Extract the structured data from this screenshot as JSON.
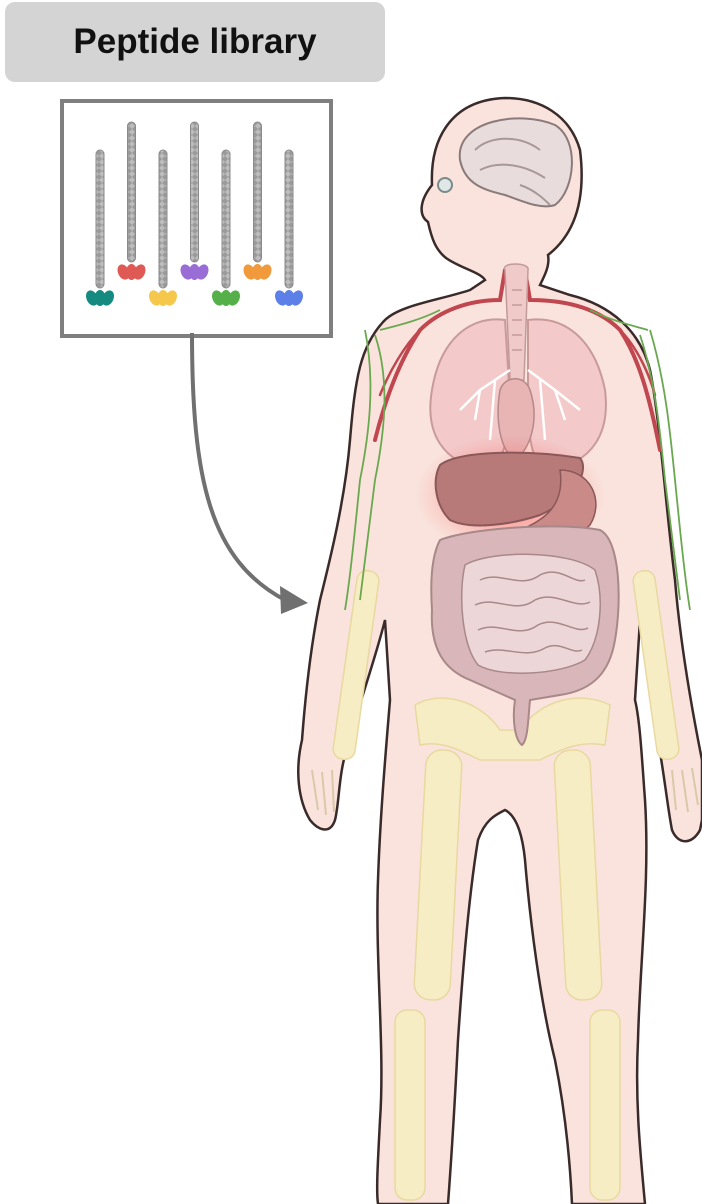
{
  "title": "Peptide library",
  "colors": {
    "title_bg": "#d4d4d4",
    "box_border": "#7f7f7f",
    "arrow": "#707070",
    "skin": "#f9e3dc",
    "skin_outline": "#3a2a2a",
    "bone": "#f7edc4",
    "artery": "#c0474f",
    "lymph": "#6aa84f",
    "lung": "#f3c9c9",
    "liver": "#b87a78",
    "intestine": "#e6c9cc",
    "highlight": "#ff2a2a"
  },
  "phages": [
    {
      "tip_color": "#148a80",
      "row": "bottom"
    },
    {
      "tip_color": "#e05a55",
      "row": "top"
    },
    {
      "tip_color": "#f5c84c",
      "row": "bottom"
    },
    {
      "tip_color": "#9a6cd6",
      "row": "top"
    },
    {
      "tip_color": "#55b04a",
      "row": "bottom"
    },
    {
      "tip_color": "#f09a3c",
      "row": "top"
    },
    {
      "tip_color": "#5c80e8",
      "row": "bottom"
    }
  ]
}
